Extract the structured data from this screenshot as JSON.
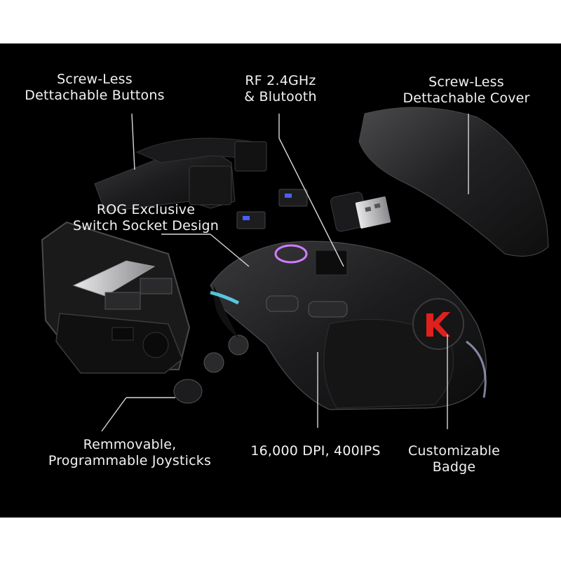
{
  "colors": {
    "background": "#000000",
    "frame": "#ffffff",
    "label_text": "#f2f2f2",
    "leader_line": "#d8d8d8",
    "badge_red": "#e0201c",
    "rgb_cyan": "#5fe0ff",
    "rgb_magenta": "#d07cff"
  },
  "labels": {
    "buttons": {
      "line1": "Screw-Less",
      "line2": "Dettachable Buttons"
    },
    "wireless": {
      "line1": "RF 2.4GHz",
      "line2": "& Blutooth"
    },
    "cover": {
      "line1": "Screw-Less",
      "line2": "Dettachable Cover"
    },
    "socket": {
      "line1": "ROG Exclusive",
      "line2": "Switch Socket Design"
    },
    "joysticks": {
      "line1": "Remmovable,",
      "line2": "Programmable Joysticks"
    },
    "dpi": {
      "line1": "16,000 DPI, 400IPS"
    },
    "badge": {
      "line1": "Customizable",
      "line2": "Badge"
    }
  }
}
